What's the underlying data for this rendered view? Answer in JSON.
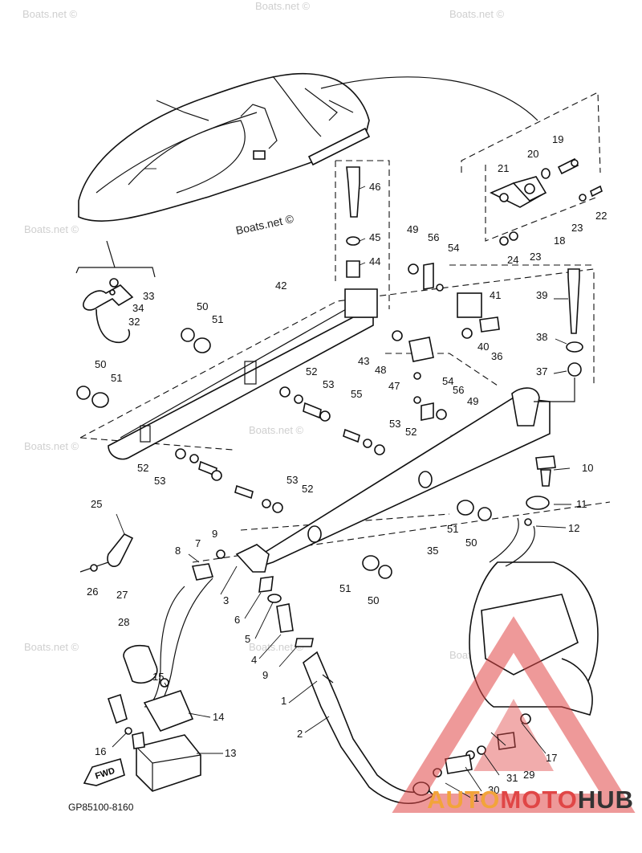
{
  "watermark_text": "Boats.net ©",
  "diagram_code": "GP85100-8160",
  "fwd_label": "FWD",
  "brand_logo": {
    "part1": "AUTO",
    "part2": "MOTO",
    "part3": "HUB",
    "triangle_color": "#e04646",
    "accent": "#f2a43a"
  },
  "callouts": {
    "c1": "1",
    "c2": "2",
    "c3": "3",
    "c4": "4",
    "c5": "5",
    "c6": "6",
    "c7": "7",
    "c8": "8",
    "c9a": "9",
    "c9b": "9",
    "c10": "10",
    "c11": "11",
    "c12": "12",
    "c13": "13",
    "c14": "14",
    "c15": "15",
    "c16": "16",
    "c17a": "17",
    "c17b": "17",
    "c18": "18",
    "c19": "19",
    "c20": "20",
    "c21": "21",
    "c22": "22",
    "c23a": "23",
    "c23b": "23",
    "c24": "24",
    "c25": "25",
    "c26": "26",
    "c27": "27",
    "c28": "28",
    "c29": "29",
    "c30": "30",
    "c31": "31",
    "c32": "32",
    "c33": "33",
    "c34": "34",
    "c35": "35",
    "c36": "36",
    "c37": "37",
    "c38": "38",
    "c39": "39",
    "c40": "40",
    "c41": "41",
    "c42": "42",
    "c43": "43",
    "c44": "44",
    "c45": "45",
    "c46": "46",
    "c47": "47",
    "c48": "48",
    "c49a": "49",
    "c49b": "49",
    "c50a": "50",
    "c50b": "50",
    "c50c": "50",
    "c50d": "50",
    "c51a": "51",
    "c51b": "51",
    "c51c": "51",
    "c51d": "51",
    "c52a": "52",
    "c52b": "52",
    "c52c": "52",
    "c52d": "52",
    "c53a": "53",
    "c53b": "53",
    "c53c": "53",
    "c53d": "53",
    "c54a": "54",
    "c54b": "54",
    "c55": "55",
    "c56a": "56",
    "c56b": "56"
  }
}
